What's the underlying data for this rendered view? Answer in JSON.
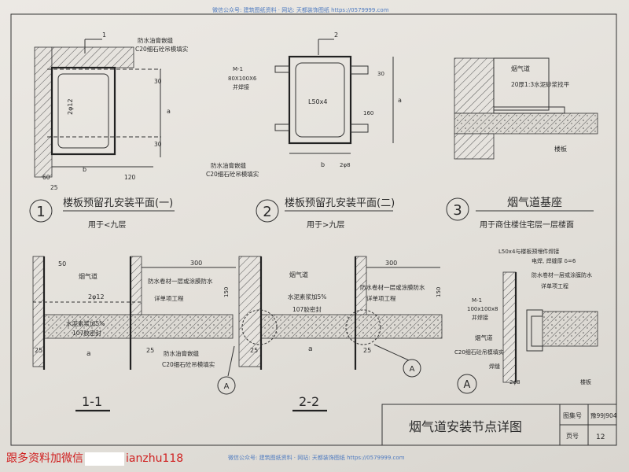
{
  "detail_1": {
    "number": "1",
    "title": "楼板预留孔安装平面(一)",
    "note": "用于<九层",
    "callout": "1",
    "labels": {
      "sealant": "防水油膏嵌缝",
      "fill": "C20细石砼吊模填实",
      "bar": "2φ12",
      "dims": {
        "d30a": "30",
        "d30b": "30",
        "a": "a",
        "b": "b",
        "d60": "60",
        "d120": "120",
        "d25": "25"
      }
    }
  },
  "detail_2": {
    "number": "2",
    "title": "楼板预留孔安装平面(二)",
    "note": "用于>九层",
    "callout": "2",
    "labels": {
      "m1": "M-1",
      "plate": "80X100X6",
      "weld": "并焊接",
      "angle": "L50x4",
      "sealant": "防水油膏嵌缝",
      "fill": "C20细石砼吊模填实",
      "dims": {
        "d30": "30",
        "d160": "160",
        "a": "a",
        "b": "b",
        "d2phi8": "2φ8"
      }
    }
  },
  "detail_3": {
    "number": "3",
    "title": "烟气道基座",
    "note": "用于商住楼住宅层一层楼面",
    "labels": {
      "flue": "烟气道",
      "mortar": "20厚1:3水泥砂浆找平",
      "slab": "楼板"
    }
  },
  "section_1_1": {
    "title": "1-1",
    "labels": {
      "flue": "烟气道",
      "bar": "2φ12",
      "cement": "水泥素浆加5%",
      "glue": "107胶密封",
      "waterproof": "防水卷材一层或涂膜防水",
      "waterproof2": "详单项工程",
      "sealant": "防水油膏嵌缝",
      "fill": "C20细石砼吊模填实",
      "dims": {
        "d50": "50",
        "d300": "300",
        "d150": "150",
        "d25a": "25",
        "d25b": "25",
        "a": "a"
      }
    }
  },
  "section_2_2": {
    "title": "2-2",
    "callout": "A",
    "labels": {
      "flue": "烟气道",
      "cement": "水泥素浆加5%",
      "glue": "107胶密封",
      "waterproof": "防水卷材一层或涂膜防水",
      "waterproof2": "详单项工程",
      "dims": {
        "d300": "300",
        "d150": "150",
        "d25a": "25",
        "d25b": "25",
        "a": "a",
        "callout": "A"
      }
    }
  },
  "detail_A": {
    "callout": "A",
    "labels": {
      "angle": "L50x4与楼板预埋件焊接",
      "weld": "电焊, 焊缝厚 δ=6",
      "waterproof": "防水卷材一层或涂膜防水",
      "waterproof2": "详单项工程",
      "m1": "M-1",
      "plate": "100x100x8",
      "anchor": "并焊接",
      "flue": "烟气道",
      "fill": "C20细石砼吊模填实",
      "weld2": "焊缝",
      "bar": "2φ8",
      "slab": "楼板"
    }
  },
  "title_block": {
    "drawing_title": "烟气道安装节点详图",
    "atlas_label": "图集号",
    "atlas_value": "豫99J904",
    "page_label": "页号",
    "page_value": "12"
  },
  "watermark_top": "微信公众号: 建筑图纸资料 · 网站: 天都装饰图纸 https://0579999.com",
  "watermark_bottom": "微信公众号: 建筑图纸资料 · 网站: 天都装饰图纸 https://0579999.com",
  "wechat_note": {
    "prefix": "跟多资料加微信",
    "suffix": "ianzhu118"
  }
}
